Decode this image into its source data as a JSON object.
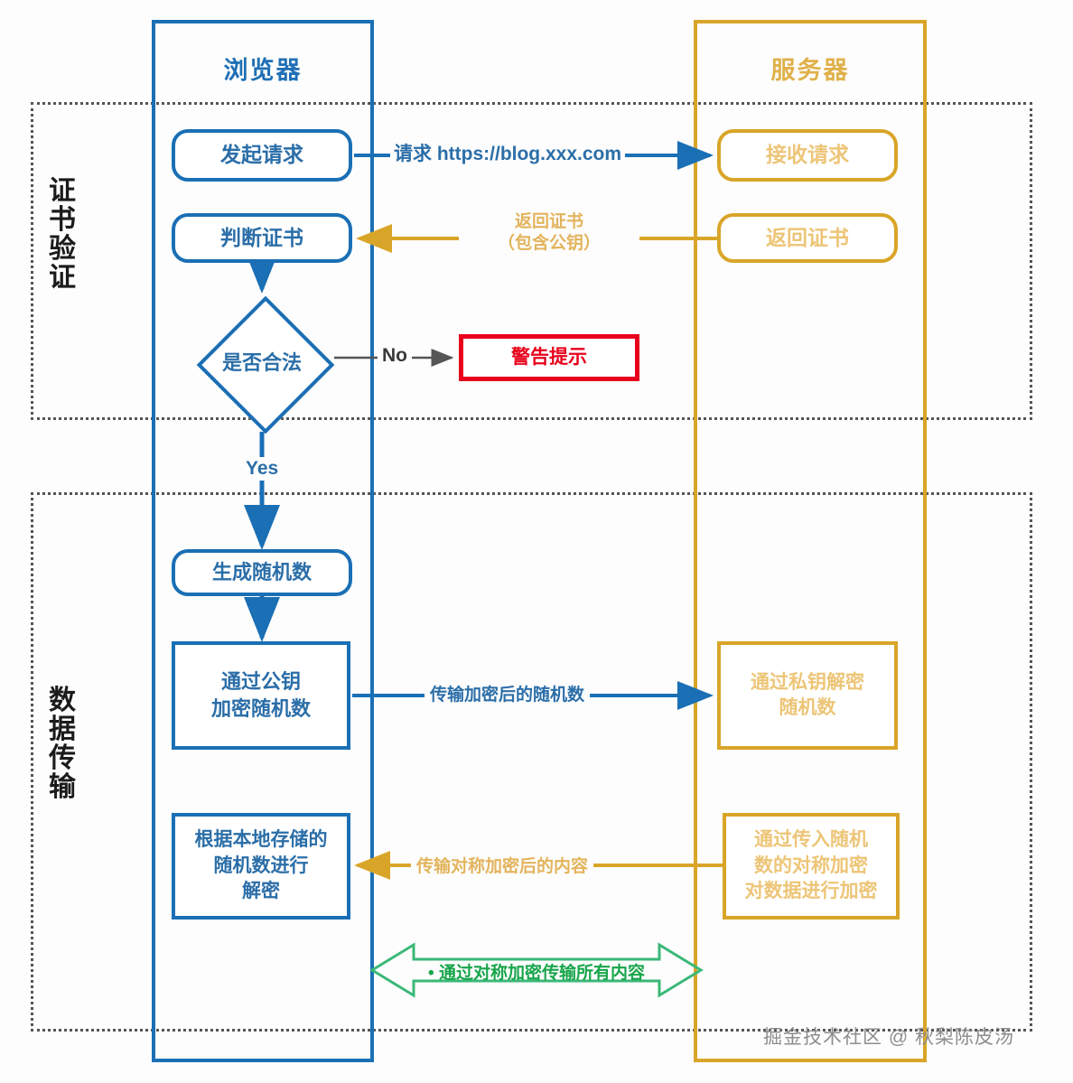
{
  "lanes": {
    "browser": {
      "title": "浏览器",
      "color": "#1a6fb5"
    },
    "server": {
      "title": "服务器",
      "color": "#d9a528"
    }
  },
  "sections": [
    {
      "name": "certificate-verification",
      "label": "证书验证",
      "chars": [
        "证",
        "书",
        "验",
        "证"
      ]
    },
    {
      "name": "data-transfer",
      "label": "数据传输",
      "chars": [
        "数",
        "据",
        "传",
        "输"
      ]
    }
  ],
  "nodes": {
    "request": "发起请求",
    "judge_cert": "判断证书",
    "decision": "是否合法",
    "warning": "警告提示",
    "gen_random": "生成随机数",
    "encrypt_random": "通过公钥\n加密随机数",
    "encrypt_line1": "通过公钥",
    "encrypt_line2": "加密随机数",
    "local_decrypt1": "根据本地存储的",
    "local_decrypt2": "随机数进行",
    "local_decrypt3": "解密",
    "recv_request": "接收请求",
    "return_cert": "返回证书",
    "srv_decrypt1": "通过私钥解密",
    "srv_decrypt2": "随机数",
    "srv_encrypt1": "通过传入随机",
    "srv_encrypt2": "数的对称加密",
    "srv_encrypt3": "对数据进行加密"
  },
  "edges": {
    "request_url": "请求 https://blog.xxx.com",
    "return_cert_l1": "返回证书",
    "return_cert_l2": "（包含公钥）",
    "no": "No",
    "yes": "Yes",
    "transfer_enc_rand": "传输加密后的随机数",
    "transfer_sym": "传输对称加密后的内容",
    "symmetric_all": "• 通过对称加密传输所有内容"
  },
  "watermark": "掘金技术社区 @ 秋梨陈皮汤",
  "colors": {
    "blue": "#1a6fb5",
    "blue_text": "#2b6ea8",
    "gold": "#d9a528",
    "gold_text": "#edc577",
    "red": "#e8001c",
    "green": "#17a54a",
    "gray": "#555555"
  }
}
